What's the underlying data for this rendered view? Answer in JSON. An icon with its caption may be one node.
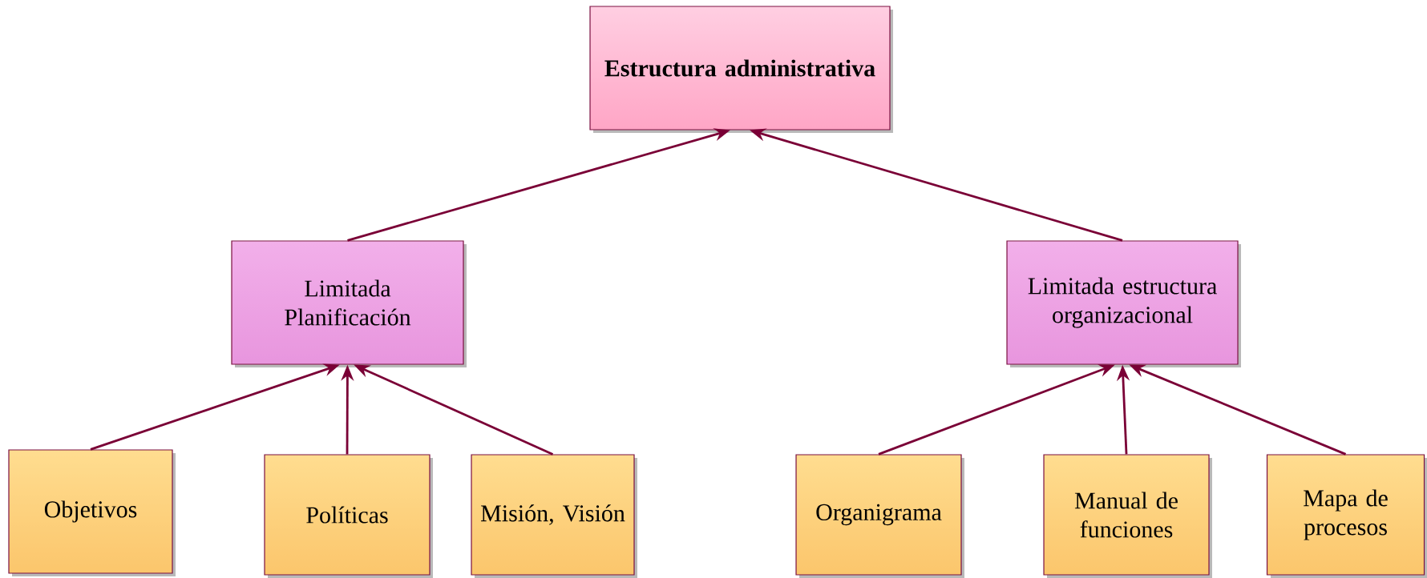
{
  "diagram": {
    "nodes": [
      {
        "text": [
          "Estructura administrativa"
        ]
      },
      {
        "text": [
          "Limitada Planificación"
        ]
      },
      {
        "text": [
          "Limitada estructura organizacional"
        ]
      },
      {
        "text": [
          "Objetivos"
        ]
      },
      {
        "text": [
          "Políticas"
        ]
      },
      {
        "text": [
          "Misión, Visión"
        ]
      },
      {
        "text": [
          "Organigrama"
        ]
      },
      {
        "text": [
          "Manual de funciones"
        ]
      },
      {
        "text": [
          "Mapa de procesos"
        ]
      }
    ],
    "edges": [
      {
        "from": 1,
        "to": 0,
        "arrow": "to"
      },
      {
        "from": 2,
        "to": 0,
        "arrow": "to"
      },
      {
        "from": 3,
        "to": 1,
        "arrow": "to"
      },
      {
        "from": 4,
        "to": 1,
        "arrow": "to"
      },
      {
        "from": 5,
        "to": 1,
        "arrow": "to"
      },
      {
        "from": 6,
        "to": 2,
        "arrow": "to"
      },
      {
        "from": 7,
        "to": 2,
        "arrow": "to"
      },
      {
        "from": 8,
        "to": 2,
        "arrow": "to"
      }
    ]
  }
}
